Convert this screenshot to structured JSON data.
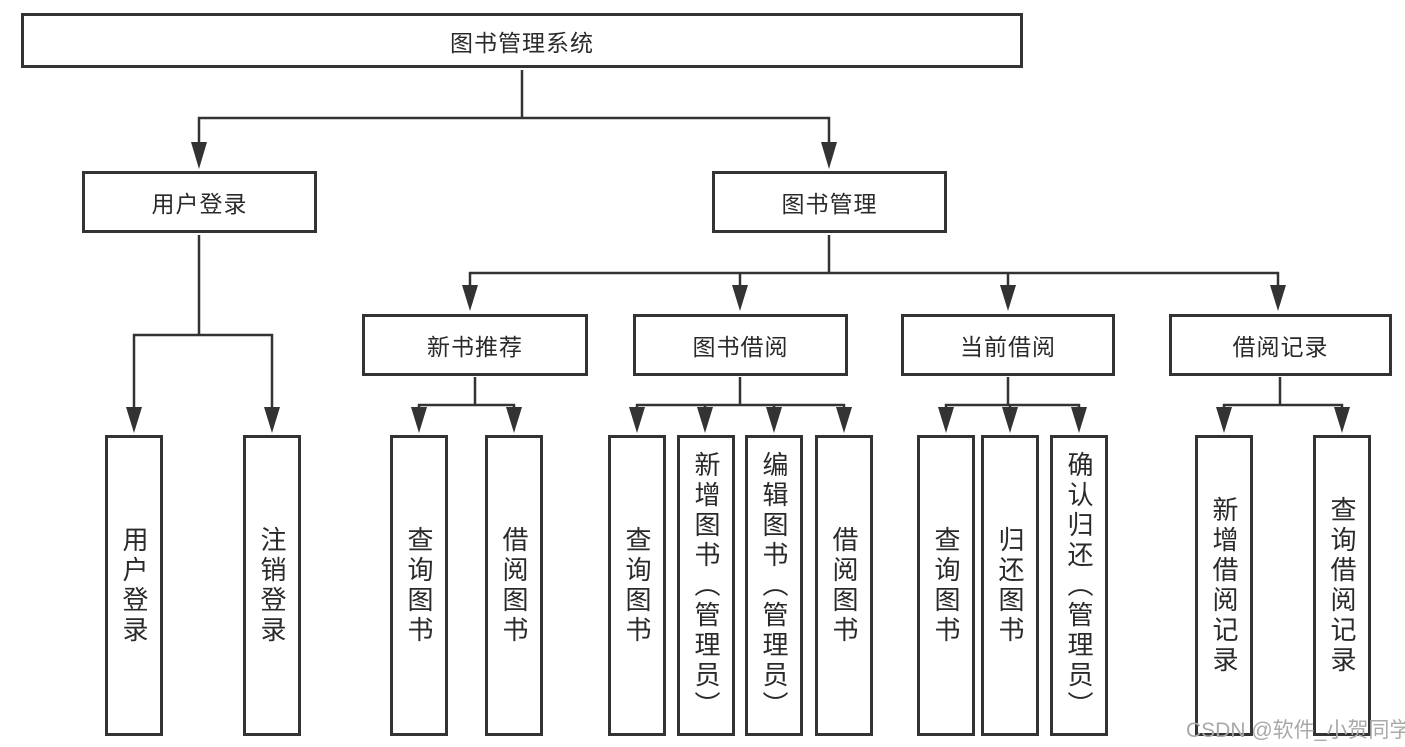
{
  "diagram": {
    "title": "图书管理系统",
    "nodes": {
      "root": "图书管理系统",
      "user_login": "用户登录",
      "book_mgmt": "图书管理",
      "login": "用户登录",
      "logout": "注销登录",
      "new_book_rec": "新书推荐",
      "book_borrow": "图书借阅",
      "current_borrow": "当前借阅",
      "borrow_records": "借阅记录",
      "nb_query": "查询图书",
      "nb_borrow": "借阅图书",
      "bb_query": "查询图书",
      "bb_add": "新增图书（管理员）",
      "bb_edit": "编辑图书（管理员）",
      "bb_borrow": "借阅图书",
      "cb_query": "查询图书",
      "cb_return": "归还图书",
      "cb_confirm": "确认归还（管理员）",
      "br_add": "新增借阅记录",
      "br_query": "查询借阅记录"
    }
  },
  "watermark": "CSDN @软件_小贺同学",
  "colors": {
    "line": "#333333",
    "text": "#2a2a2a",
    "background": "#ffffff",
    "watermark": "#a9a9a9"
  }
}
